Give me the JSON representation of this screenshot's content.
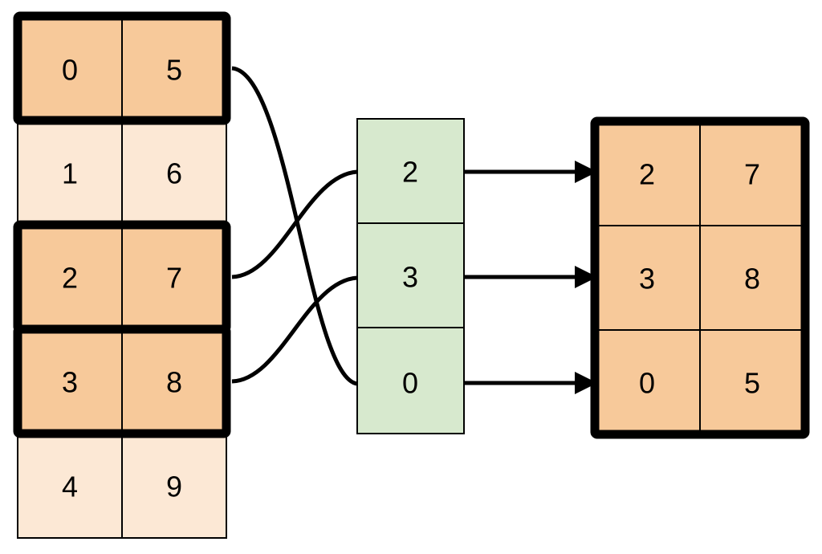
{
  "diagram": {
    "title": "array-gather-by-index-diagram",
    "colors": {
      "highlighted_row": "#F7C99A",
      "dim_row": "#FCE8D5",
      "index_cell": "#D7E9CE",
      "outline": "#000000",
      "background": "#FFFFFF"
    },
    "source_table": {
      "name": "source-array",
      "columns": 2,
      "rows": [
        {
          "cells": [
            "0",
            "5"
          ],
          "highlighted": true
        },
        {
          "cells": [
            "1",
            "6"
          ],
          "highlighted": false
        },
        {
          "cells": [
            "2",
            "7"
          ],
          "highlighted": true
        },
        {
          "cells": [
            "3",
            "8"
          ],
          "highlighted": true
        },
        {
          "cells": [
            "4",
            "9"
          ],
          "highlighted": false
        }
      ]
    },
    "index_column": {
      "name": "index-array",
      "cells": [
        "2",
        "3",
        "0"
      ]
    },
    "result_table": {
      "name": "result-array",
      "columns": 2,
      "rows": [
        {
          "cells": [
            "2",
            "7"
          ]
        },
        {
          "cells": [
            "3",
            "8"
          ]
        },
        {
          "cells": [
            "0",
            "5"
          ]
        }
      ]
    },
    "connections": [
      {
        "from_source_row": 0,
        "to_index_cell": 2
      },
      {
        "from_source_row": 2,
        "to_index_cell": 0
      },
      {
        "from_source_row": 3,
        "to_index_cell": 1
      }
    ],
    "arrows": [
      {
        "from_index_cell": 0,
        "to_result_row": 0
      },
      {
        "from_index_cell": 1,
        "to_result_row": 1
      },
      {
        "from_index_cell": 2,
        "to_result_row": 2
      }
    ]
  }
}
